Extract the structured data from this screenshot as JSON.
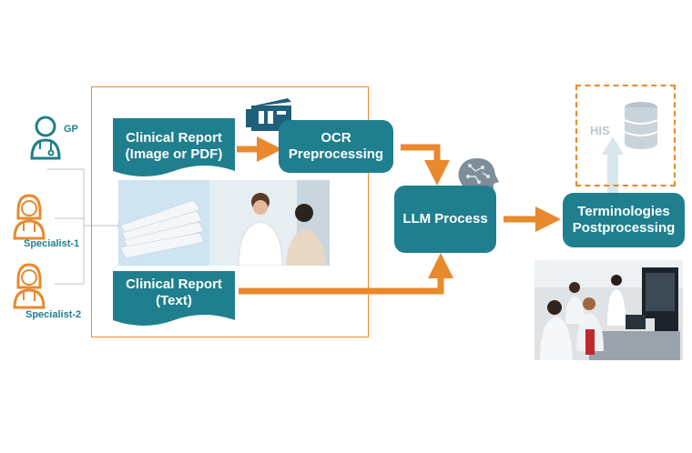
{
  "actors": {
    "gp": "GP",
    "specialist1": "Specialist-1",
    "specialist2": "Specialist-2"
  },
  "docs": {
    "image_report_line1": "Clinical Report",
    "image_report_line2": "(Image or PDF)",
    "text_report_line1": "Clinical Report",
    "text_report_line2": "(Text)"
  },
  "process": {
    "ocr_line1": "OCR",
    "ocr_line2": "Preprocessing",
    "llm": "LLM Process",
    "terms_line1": "Terminologies",
    "terms_line2": "Postprocessing",
    "his": "HIS"
  },
  "colors": {
    "teal": "#1f7f8e",
    "orange": "#e8892e",
    "gray": "#6b7f8f"
  },
  "icons": [
    "doctor-icon",
    "scanner-icon",
    "brain-icon",
    "database-icon"
  ]
}
